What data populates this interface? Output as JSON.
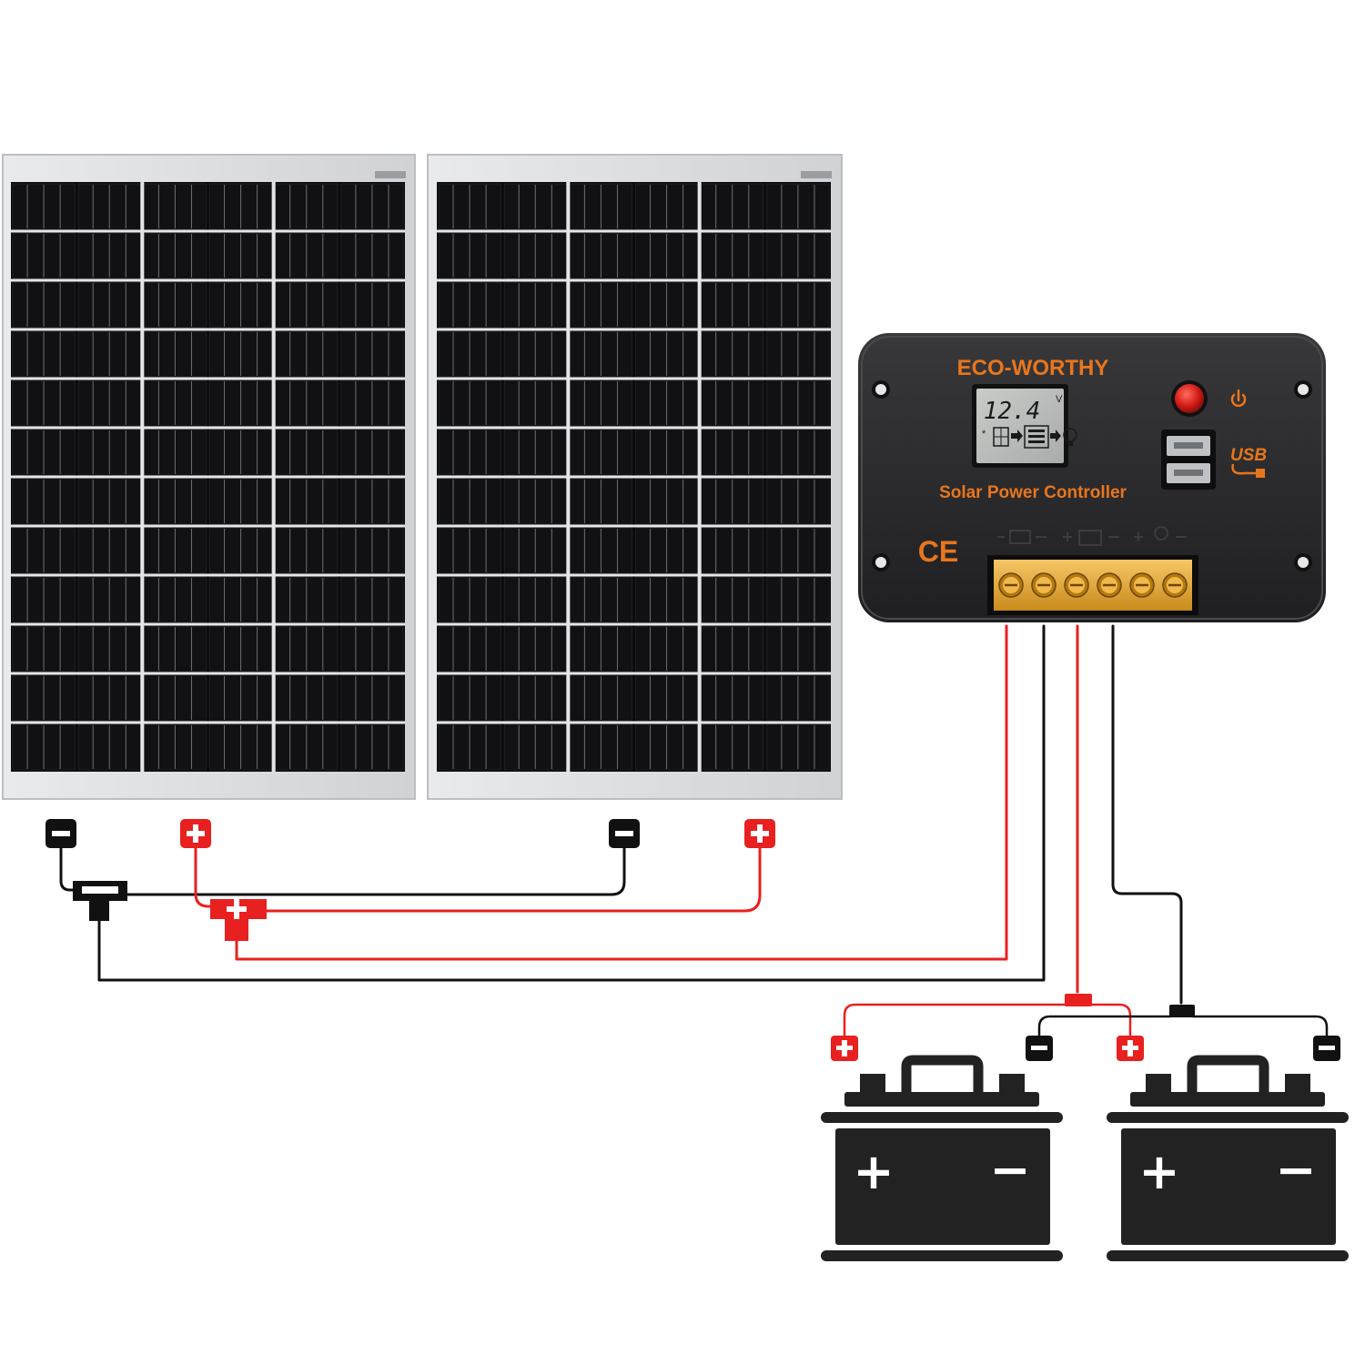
{
  "controller": {
    "brand": "ECO-WORTHY",
    "title": "Solar Power Controller",
    "lcd_reading": "12.4",
    "lcd_unit": "V",
    "usb_label": "USB",
    "ce_mark": "CE"
  },
  "battery_symbols": {
    "plus": "+",
    "minus": "−"
  },
  "colors": {
    "positive_wire": "#e8201f",
    "negative_wire": "#111111",
    "controller_body": "#2a2a2c",
    "brand_orange": "#e8761d",
    "panel_cell": "#0b0b0d",
    "panel_frame": "#dcdde0"
  },
  "icons": [
    "solar-panel-icon",
    "battery-icon",
    "load-bulb-icon",
    "power-icon",
    "usb-port-icon"
  ]
}
